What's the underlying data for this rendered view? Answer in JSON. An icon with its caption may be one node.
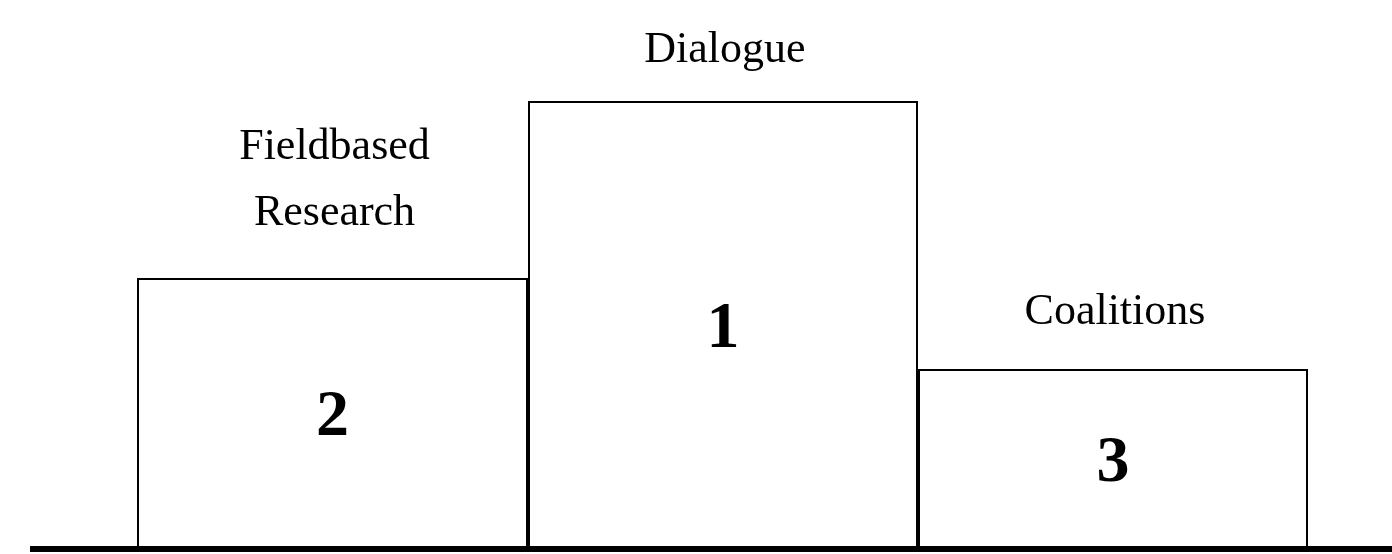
{
  "diagram": {
    "nodes": [
      {
        "text": [
          "Fieldbased Research",
          "2"
        ]
      },
      {
        "text": [
          "Dialogue",
          "1"
        ]
      },
      {
        "text": [
          "Coalitions",
          "3"
        ]
      }
    ]
  }
}
